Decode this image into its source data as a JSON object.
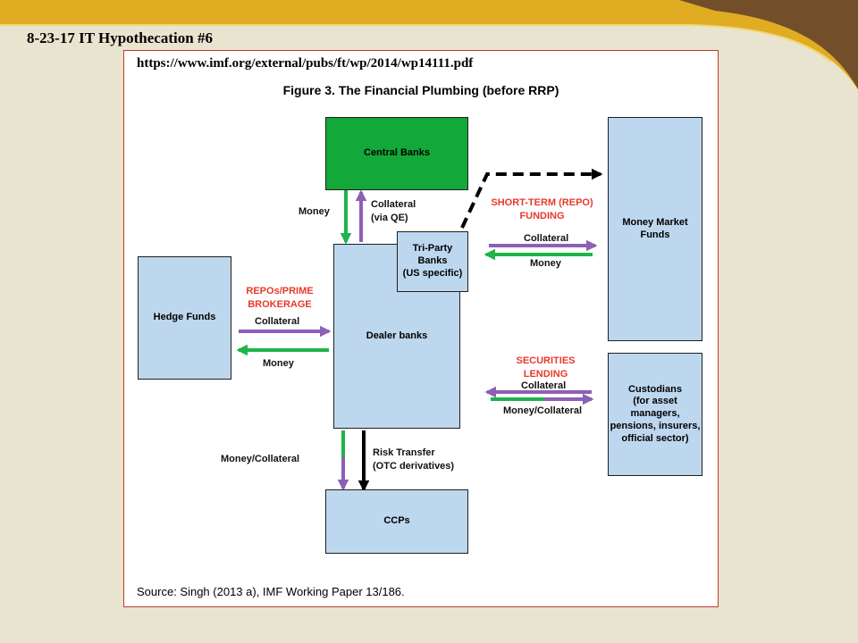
{
  "slide": {
    "title": "8-23-17 IT  Hypothecation #6",
    "colors": {
      "background": "#e9e4cf",
      "banner_gold": "#e0ac22",
      "banner_brown": "#6b4a2b"
    }
  },
  "figure": {
    "url": "https://www.imf.org/external/pubs/ft/wp/2014/wp14111.pdf",
    "title": "Figure 3. The Financial Plumbing (before RRP)",
    "source": "Source: Singh (2013 a), IMF Working Paper 13/186.",
    "nodes": {
      "central_banks": "Central Banks",
      "dealer_banks": "Dealer banks",
      "tri_party": "Tri-Party\nBanks\n(US specific)",
      "hedge_funds": "Hedge Funds",
      "mmf": "Money Market\nFunds",
      "custodians": "Custodians\n(for asset\nmanagers,\npensions, insurers,\nofficial sector)",
      "ccps": "CCPs"
    },
    "labels": {
      "cb_money": "Money",
      "cb_collateral": "Collateral\n(via QE)",
      "repo_heading": "REPOs/PRIME\nBROKERAGE",
      "hf_collateral": "Collateral",
      "hf_money": "Money",
      "st_heading": "SHORT-TERM (REPO)\nFUNDING",
      "mmf_collateral": "Collateral",
      "mmf_money": "Money",
      "sl_heading": "SECURITIES\nLENDING",
      "cust_collateral": "Collateral",
      "cust_money_collateral": "Money/Collateral",
      "ccp_money_collateral": "Money/Collateral",
      "risk_transfer": "Risk Transfer\n(OTC derivatives)"
    },
    "colors": {
      "green_arrow": "#1fb34a",
      "purple_arrow": "#8e5fb5",
      "box_fill": "#bdd7ee",
      "central_bank_fill": "#12a83a",
      "heading_red": "#e8392c",
      "frame_border": "#c0392b"
    }
  }
}
